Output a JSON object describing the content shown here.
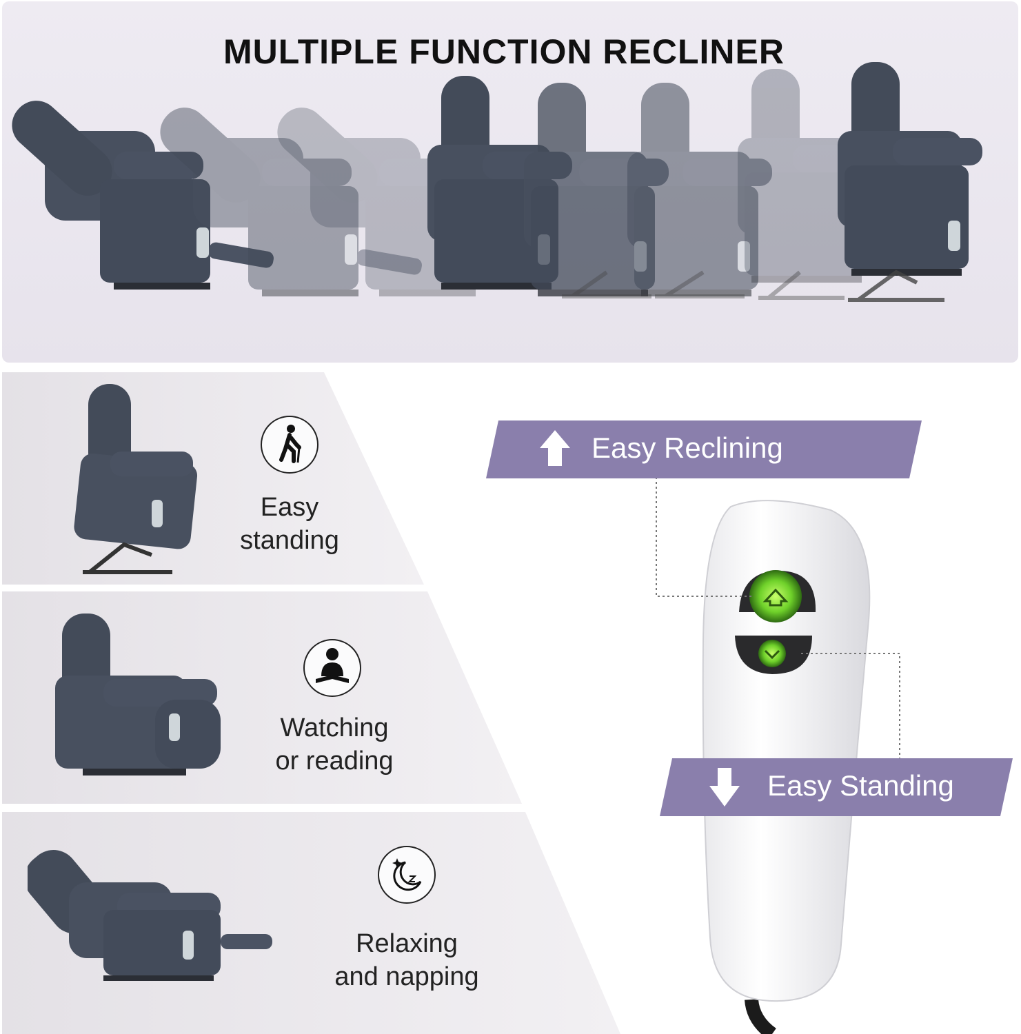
{
  "header": {
    "title": "MULTIPLE FUNCTION RECLINER"
  },
  "modes": [
    {
      "line1": "Easy",
      "line2": "standing",
      "icon": "walking-person-icon"
    },
    {
      "line1": "Watching",
      "line2": "or reading",
      "icon": "reading-person-icon"
    },
    {
      "line1": "Relaxing",
      "line2": "and napping",
      "icon": "moon-star-icon"
    }
  ],
  "remote": {
    "top_label": "Easy Reclining",
    "bottom_label": "Easy Standing",
    "banner_color": "#8a7fac",
    "button_color": "#7bd73a"
  }
}
